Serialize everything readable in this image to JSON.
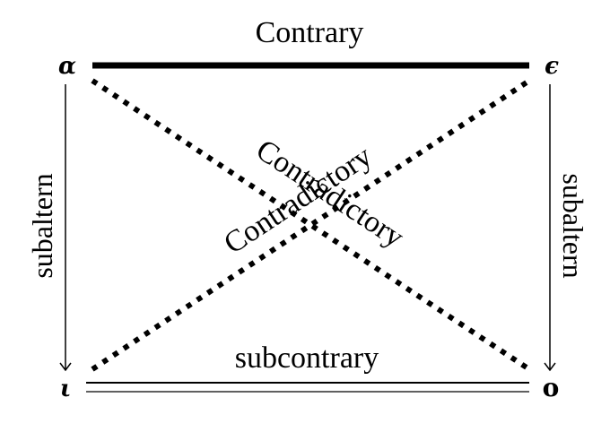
{
  "diagram": {
    "title": "Square of Opposition",
    "nodes": {
      "top_left": "α",
      "top_right": "ϵ",
      "bottom_left": "ι",
      "bottom_right": "o"
    },
    "edges": {
      "top": {
        "label": "Contrary",
        "style": "thick-solid"
      },
      "bottom": {
        "label": "subcontrary",
        "style": "double"
      },
      "left": {
        "label": "subaltern",
        "style": "arrow-down"
      },
      "right": {
        "label": "subaltern",
        "style": "arrow-down"
      },
      "diagonal_main": {
        "label": "Contradictory",
        "style": "dotted"
      },
      "diagonal_anti": {
        "label": "Contradictory",
        "style": "dotted"
      }
    }
  }
}
